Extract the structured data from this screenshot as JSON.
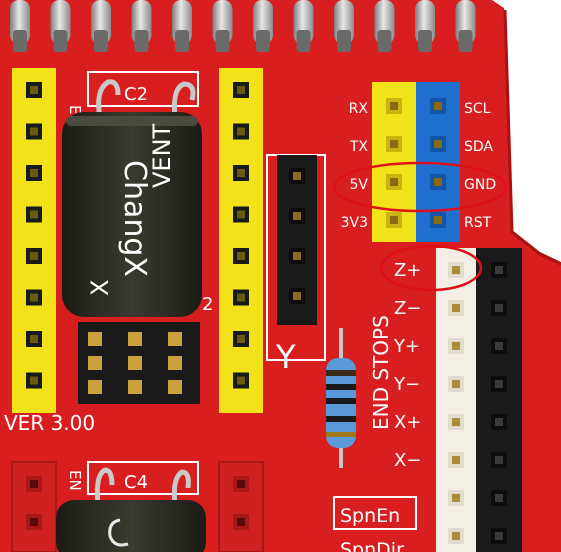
{
  "board": {
    "colors": {
      "pcb": "#d81e1e",
      "pcb_dark": "#b01616",
      "header_yellow": "#f2e21a",
      "header_blue": "#1e6fd0",
      "header_black": "#1a1a1a",
      "header_white": "#f4efe4",
      "header_red": "#cf2121",
      "capacitor": "#2b2b22",
      "resistor": "#5a9ad8",
      "highlight": "#e0101a"
    },
    "labels": {
      "en_top": "EN",
      "c2": "C2",
      "en_bottom": "EN",
      "c4": "C4",
      "version": "VER 3.00",
      "y_axis": "Y",
      "end_stops": "END STOPS",
      "spn_en": "SpnEn",
      "spn_dir": "SpnDir",
      "small_2": "2"
    },
    "capacitor_text": {
      "brand": "ChangX",
      "vent": "VENT",
      "side": "X"
    },
    "left_pins": [
      "RX",
      "TX",
      "5V",
      "3V3"
    ],
    "right_pins": [
      "SCL",
      "SDA",
      "GND",
      "RST"
    ],
    "endstop_pins": [
      "Z+",
      "Z−",
      "Y+",
      "Y−",
      "X+",
      "X−"
    ]
  }
}
